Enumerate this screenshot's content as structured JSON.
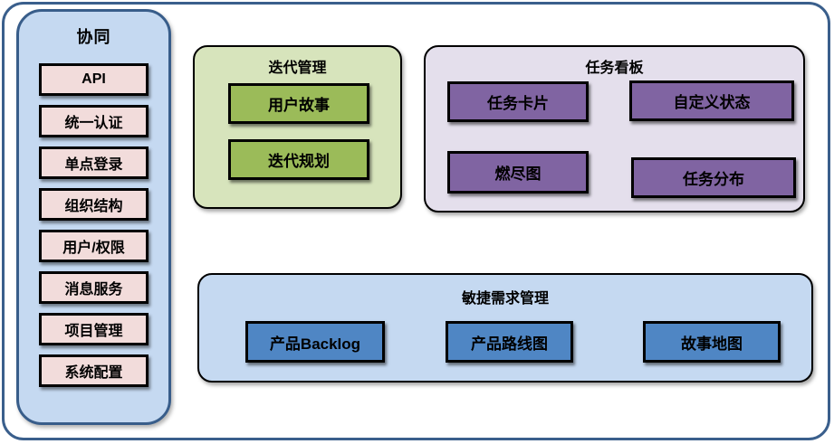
{
  "sidebar": {
    "title": "协同",
    "items": [
      "API",
      "统一认证",
      "单点登录",
      "组织结构",
      "用户/权限",
      "消息服务",
      "项目管理",
      "系统配置"
    ]
  },
  "iteration_panel": {
    "title": "迭代管理",
    "items": [
      "用户故事",
      "迭代规划"
    ]
  },
  "kanban_panel": {
    "title": "任务看板",
    "items": [
      "任务卡片",
      "自定义状态",
      "燃尽图",
      "任务分布"
    ]
  },
  "requirements_panel": {
    "title": "敏捷需求管理",
    "items": [
      "产品Backlog",
      "产品路线图",
      "故事地图"
    ]
  },
  "colors": {
    "frame_border": "#3a5f8c",
    "sidebar_bg": "#c5d9f1",
    "sidebar_border": "#385d8a",
    "sidebar_item_bg": "#f2dcdb",
    "iteration_panel_bg": "#d7e4bc",
    "iteration_item_bg": "#9bbb59",
    "kanban_panel_bg": "#e4dfec",
    "kanban_item_bg": "#8064a2",
    "requirements_panel_bg": "#c5d9f1",
    "requirements_item_bg": "#4f86c4",
    "box_border": "#000000",
    "text": "#000000"
  }
}
